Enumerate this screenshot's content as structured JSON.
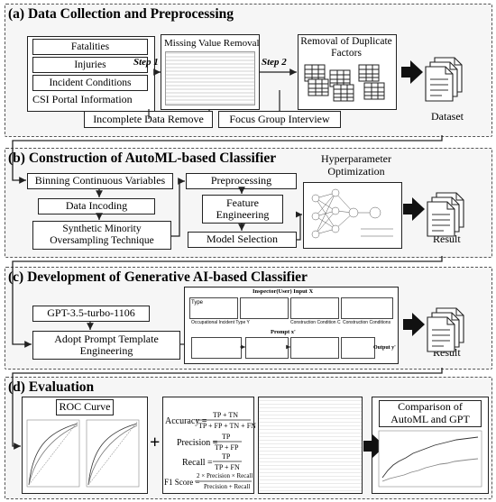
{
  "panels": {
    "a": {
      "title": "(a) Data Collection and Preprocessing",
      "sources": [
        "Fatalities",
        "Injuries",
        "Incident Conditions"
      ],
      "source_caption": "CSI Portal Information",
      "step1": "Step 1",
      "missing": "Missing Value Removal",
      "step2": "Step 2",
      "duplicate": "Removal of Duplicate Factors",
      "incomplete": "Incomplete Data Remove",
      "focus": "Focus Group Interview",
      "output": "Dataset"
    },
    "b": {
      "title": "(b) Construction of AutoML-based Classifier",
      "binning": "Binning Continuous Variables",
      "incoding": "Data Incoding",
      "smote": "Synthetic Minority Oversampling Technique",
      "preprocessing": "Preprocessing",
      "feature": "Feature Engineering",
      "model": "Model Selection",
      "hyper": "Hyperparameter Optimization",
      "output": "Result"
    },
    "c": {
      "title": "(c) Development of Generative AI-based Classifier",
      "gpt": "GPT-3.5-turbo-1106",
      "adopt": "Adopt Prompt Template Engineering",
      "prompt_header": "Inspector(User) Input X",
      "col1": "Type",
      "col2": "Occupational Incident Type Y",
      "col3": "Construction Condition C",
      "col4": "Construction Conditions",
      "prompt": "Prompt x'",
      "output_label": "Output y'",
      "output": "Result"
    },
    "d": {
      "title": "(d) Evaluation",
      "roc": "ROC Curve",
      "accuracy_lbl": "Accuracy =",
      "accuracy_num": "TP + TN",
      "accuracy_den": "TP + FP + TN + FN",
      "precision_lbl": "Precision =",
      "precision_num": "TP",
      "precision_den": "TP + FP",
      "recall_lbl": "Recall =",
      "recall_num": "TP",
      "recall_den": "TP + FN",
      "f1_lbl": "F1 Score =",
      "f1_num": "2 × Precision × Recall",
      "f1_den": "Precision + Recall",
      "plus": "+",
      "comparison": "Comparison of AutoML and GPT"
    }
  },
  "colors": {
    "panel_border": "#555555",
    "panel_bg": "#f6f6f6",
    "arrow": "#222222"
  }
}
